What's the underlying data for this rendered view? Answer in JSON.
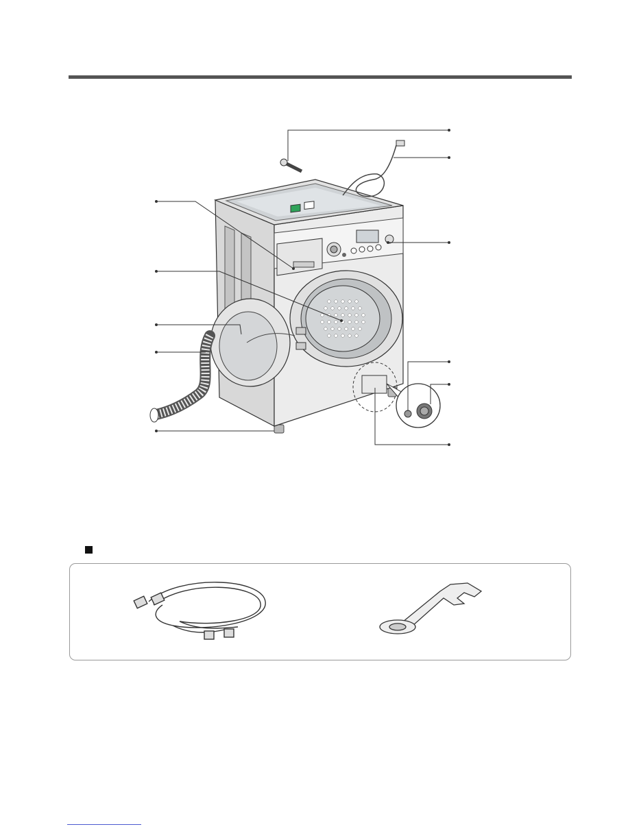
{
  "colors": {
    "rule": "#555555",
    "line": "#333333",
    "machine_fill": "#ececec",
    "machine_shade": "#d2d2d2",
    "detergent_accent": "#2fa35a",
    "box_border": "#999999",
    "footer_link": "#4a5ad0"
  },
  "diagram": {
    "callouts_left": [
      "detergent-drawer",
      "drum",
      "door",
      "drain-hose",
      "adjustable-foot"
    ],
    "callouts_right": [
      "transit-bolt-spanner",
      "power-plug",
      "control-panel",
      "drain-valve",
      "pump-filter",
      "service-cover"
    ]
  },
  "accessories": {
    "items": [
      "water-inlet-hoses-icon",
      "spanner-icon"
    ]
  }
}
